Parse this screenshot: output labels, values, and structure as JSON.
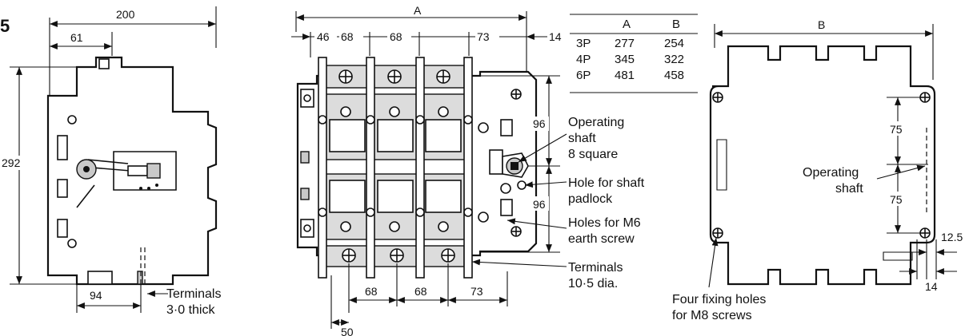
{
  "figure_number": "5",
  "side_view": {
    "dim_overall_width": "200",
    "dim_offset_top": "61",
    "dim_height": "292",
    "dim_bottom_offset": "94",
    "label_terminals_thick": [
      "Terminals",
      "3·0 thick"
    ]
  },
  "front_view": {
    "dim_overall": "A",
    "dim_46": "46",
    "dim_68a": "68",
    "dim_68b": "68",
    "dim_73": "73",
    "dim_14": "14",
    "dim_96_upper": "96",
    "dim_96_lower": "96",
    "dim_bottom_68a": "68",
    "dim_bottom_68b": "68",
    "dim_bottom_73": "73",
    "dim_50": "50",
    "label_operating_shaft": [
      "Operating",
      "shaft",
      "8 square"
    ],
    "label_hole_padlock": [
      "Hole for shaft",
      "padlock"
    ],
    "label_holes_earth": [
      "Holes for M6",
      "earth screw"
    ],
    "label_terminals_dia": [
      "Terminals",
      "10·5 dia."
    ]
  },
  "dimension_table": {
    "headers": [
      "",
      "A",
      "B"
    ],
    "rows": [
      [
        "3P",
        "277",
        "254"
      ],
      [
        "4P",
        "345",
        "322"
      ],
      [
        "6P",
        "481",
        "458"
      ]
    ]
  },
  "fixing_view": {
    "dim_overall": "B",
    "dim_75_upper": "75",
    "dim_75_lower": "75",
    "dim_12_5": "12.5",
    "dim_14": "14",
    "label_operating_shaft": [
      "Operating",
      "shaft"
    ],
    "label_fixing_holes": [
      "Four fixing holes",
      "for M8 screws"
    ]
  }
}
